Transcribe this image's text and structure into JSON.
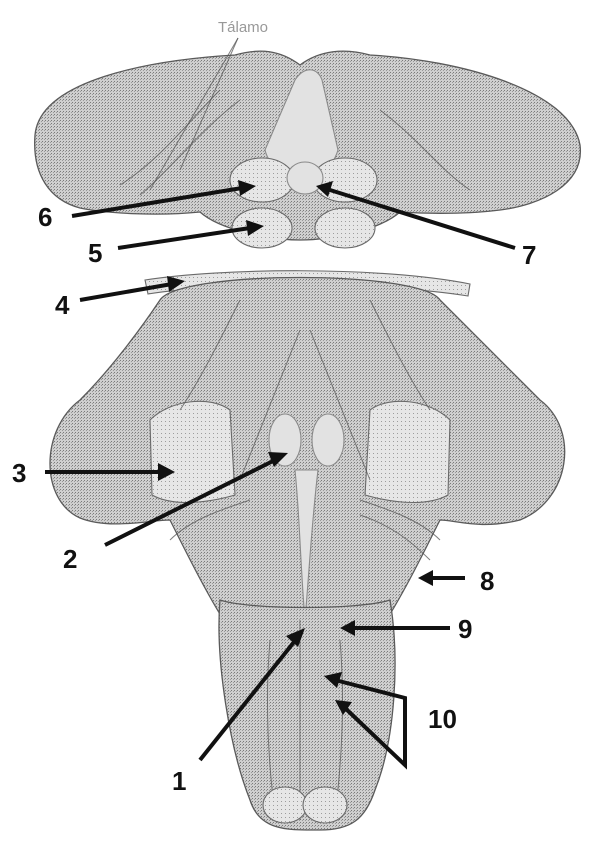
{
  "figure": {
    "top_label": "Tálamo",
    "labels": [
      "1",
      "2",
      "3",
      "4",
      "5",
      "6",
      "7",
      "8",
      "9",
      "10"
    ],
    "colors": {
      "tissue": "#bdbdbd",
      "ink": "#111111",
      "caption": "#999999"
    }
  }
}
